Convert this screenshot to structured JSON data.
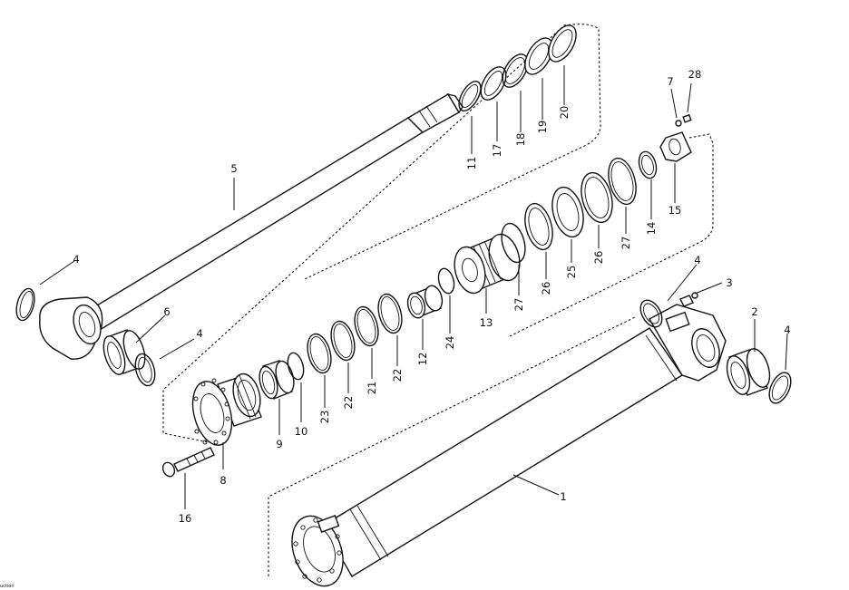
{
  "diagram": {
    "footer_fragment": "uction",
    "callouts": [
      {
        "id": "c1",
        "text": "1"
      },
      {
        "id": "c2",
        "text": "2"
      },
      {
        "id": "c3",
        "text": "3"
      },
      {
        "id": "c4a",
        "text": "4"
      },
      {
        "id": "c4b",
        "text": "4"
      },
      {
        "id": "c4c",
        "text": "4"
      },
      {
        "id": "c4d",
        "text": "4"
      },
      {
        "id": "c5",
        "text": "5"
      },
      {
        "id": "c6",
        "text": "6"
      },
      {
        "id": "c7",
        "text": "7"
      },
      {
        "id": "c8",
        "text": "8"
      },
      {
        "id": "c9",
        "text": "9"
      },
      {
        "id": "c10",
        "text": "10"
      },
      {
        "id": "c11",
        "text": "11"
      },
      {
        "id": "c12",
        "text": "12"
      },
      {
        "id": "c13",
        "text": "13"
      },
      {
        "id": "c14",
        "text": "14"
      },
      {
        "id": "c15",
        "text": "15"
      },
      {
        "id": "c16",
        "text": "16"
      },
      {
        "id": "c17",
        "text": "17"
      },
      {
        "id": "c18",
        "text": "18"
      },
      {
        "id": "c19",
        "text": "19"
      },
      {
        "id": "c20",
        "text": "20"
      },
      {
        "id": "c21",
        "text": "21"
      },
      {
        "id": "c22a",
        "text": "22"
      },
      {
        "id": "c22b",
        "text": "22"
      },
      {
        "id": "c23",
        "text": "23"
      },
      {
        "id": "c24",
        "text": "24"
      },
      {
        "id": "c25",
        "text": "25"
      },
      {
        "id": "c26a",
        "text": "26"
      },
      {
        "id": "c26b",
        "text": "26"
      },
      {
        "id": "c27a",
        "text": "27"
      },
      {
        "id": "c27b",
        "text": "27"
      },
      {
        "id": "c28",
        "text": "28"
      }
    ]
  }
}
